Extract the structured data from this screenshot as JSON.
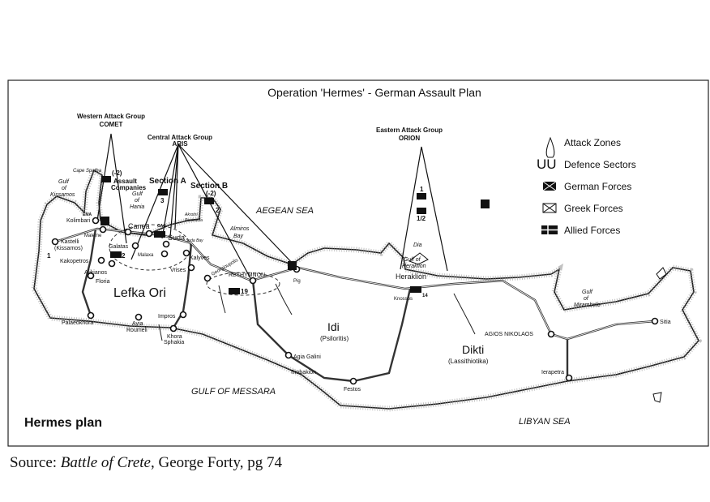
{
  "map": {
    "title": "Operation 'Hermes' - German Assault Plan",
    "caption": "Hermes plan",
    "groups": {
      "western": [
        "Western Attack Group",
        "COMET"
      ],
      "central": [
        "Central Attack Group",
        "ARIS"
      ],
      "eastern": [
        "Eastern Attack Group",
        "ORION"
      ]
    },
    "legend": [
      {
        "icon": "attack-zone-icon",
        "label": "Attack Zones"
      },
      {
        "icon": "defence-sector-icon",
        "label": "Defence Sectors"
      },
      {
        "icon": "german-forces-icon",
        "label": "German Forces"
      },
      {
        "icon": "greek-forces-icon",
        "label": "Greek Forces"
      },
      {
        "icon": "allied-forces-icon",
        "label": "Allied Forces"
      }
    ],
    "seas": [
      "AEGEAN SEA",
      "GULF OF MESSARA",
      "LIBYAN SEA"
    ],
    "regions": [
      "Lefka Ori",
      "Idi",
      "(Psiloritis)",
      "Dikti",
      "(Lassithiotika)"
    ],
    "gulfs": [
      "Gulf",
      "of",
      "Kissamos",
      "Hania",
      "Almiros",
      "Bay",
      "Gulf of",
      "Heraklion",
      "Mirambelo",
      "Cape Spatha",
      "Akrotiri",
      "Peninsula",
      "Suda Bay",
      "Dia"
    ],
    "places": [
      "Kolimbari",
      "Maleme",
      "Kastelli",
      "(Kissamos)",
      "Kakopetros",
      "Alikianos",
      "Floria",
      "Palaeokhora",
      "Ayia",
      "Roumeli",
      "Canea",
      "Galatas",
      "Suda",
      "Malaxa",
      "Kalyves",
      "Vrises",
      "Georgioupolis",
      "Impros",
      "Khora",
      "Sphakia",
      "RETHYMNON",
      "Pig",
      "Heraklion",
      "Knossos",
      "Agia Galini",
      "Timbakion",
      "Festos",
      "AGIOS NIKOLAOS",
      "Sitia",
      "Ierapetra"
    ],
    "units": [
      "(-2)",
      "Assault",
      "Companies",
      "Section A",
      "Section B",
      "3",
      "(-2)",
      "2",
      "1",
      "1/2",
      "1",
      "2",
      "19",
      "14",
      "CAG",
      "EMA"
    ]
  },
  "source": {
    "prefix": "Source: ",
    "book": "Battle of Crete",
    "suffix": ", George Forty, pg 74"
  }
}
